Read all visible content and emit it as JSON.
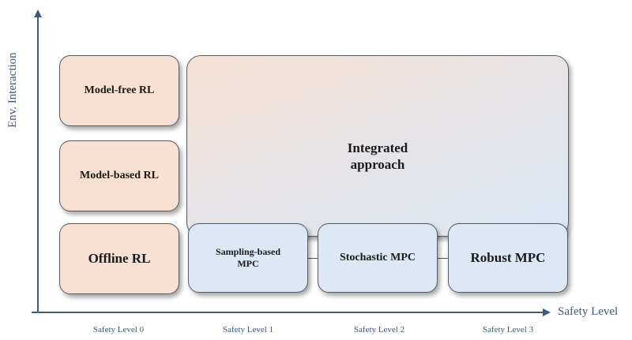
{
  "axes": {
    "y_label": "Env. Interaction",
    "x_label": "Safety Level"
  },
  "levels": [
    "Safety Level 0",
    "Safety Level 1",
    "Safety Level 2",
    "Safety Level 3"
  ],
  "rl_boxes": {
    "model_free": "Model-free RL",
    "model_based": "Model-based RL",
    "offline": "Offline RL"
  },
  "integrated": {
    "line1": "Integrated",
    "line2": "approach"
  },
  "mpc_boxes": {
    "sampling_line1": "Sampling-based",
    "sampling_line2": "MPC",
    "stochastic": "Stochastic MPC",
    "robust": "Robust MPC"
  },
  "colors": {
    "axis": "#3d5a78",
    "rl_fill": "#f8e1d2",
    "mpc_fill": "#dde8f4",
    "border": "#555a60"
  }
}
